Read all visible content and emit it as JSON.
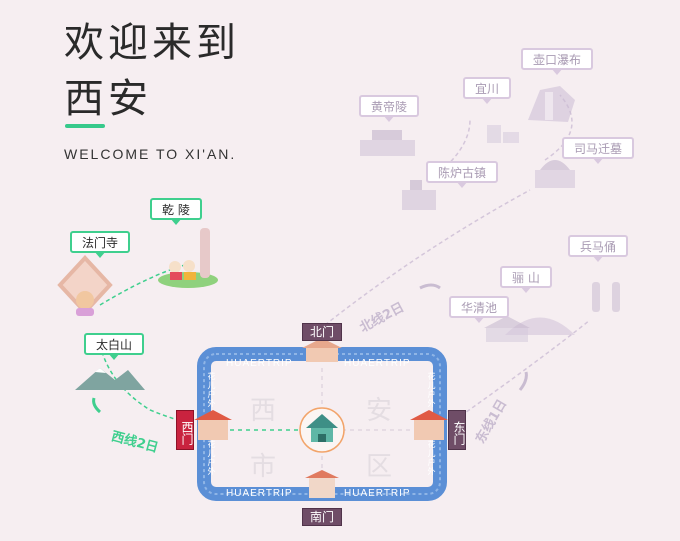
{
  "header": {
    "title_line1": "欢迎来到",
    "title_line2": "西安",
    "subtitle": "WELCOME TO XI'AN."
  },
  "places": {
    "famensi": "法门寺",
    "qianling": "乾 陵",
    "taibaishan": "太白山",
    "huangdiling": "黄帝陵",
    "yichuan": "宜川",
    "hukou": "壶口瀑布",
    "simaqian": "司马迁墓",
    "chenlu": "陈炉古镇",
    "bingmayong": "兵马俑",
    "lishan": "骊 山",
    "huaqingchi": "华清池"
  },
  "gates": {
    "north": "北门",
    "south": "南门",
    "west": "西门",
    "east": "东门"
  },
  "routes": {
    "west": "西线2日",
    "north": "北线2日",
    "east": "东线1日"
  },
  "city": {
    "brand": "HUAERTRIP",
    "brand_cn": "花儿户外",
    "chars": [
      "西",
      "安",
      "市",
      "区"
    ]
  },
  "colors": {
    "green": "#3fcf8e",
    "faded": "#d9c9df",
    "wall": "#5b8fd6",
    "gate": "#6f4d67",
    "west_gate": "#c9233f",
    "background": "#f6eef1"
  }
}
